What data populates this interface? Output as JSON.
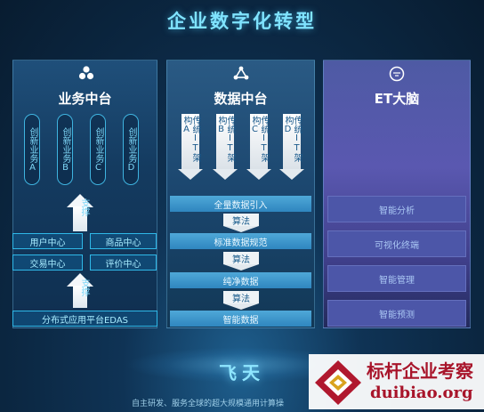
{
  "title": "企业数字化转型",
  "business": {
    "title": "业务中台",
    "innovations": [
      "创新业务A",
      "创新业务B",
      "创新业务C",
      "创新业务D"
    ],
    "support_upper": "支撑",
    "support_lower": "支撑",
    "centers": [
      "用户中心",
      "商品中心",
      "交易中心",
      "评价中心"
    ],
    "platform": "分布式应用平台EDAS"
  },
  "data": {
    "title": "数据中台",
    "legacy": [
      "传统IT架构A",
      "传统IT架构B",
      "传统IT架构C",
      "传统IT架构D"
    ],
    "steps": [
      "全量数据引入",
      "标准数据规范",
      "纯净数据",
      "智能数据"
    ],
    "algo": "算法"
  },
  "et": {
    "title": "ET大脑",
    "items": [
      "智能分析",
      "可视化终端",
      "智能管理",
      "智能预测"
    ]
  },
  "feitian": "飞天",
  "subtitle": "自主研发、服务全球的超大规模通用计算操",
  "watermark": {
    "cn": "标杆企业考察",
    "url": "duibiao.org"
  },
  "colors": {
    "accent": "#7fe3ff",
    "data_box": "#3b96cc",
    "et_panel": "#5a58b0",
    "watermark": "#a8142a"
  }
}
